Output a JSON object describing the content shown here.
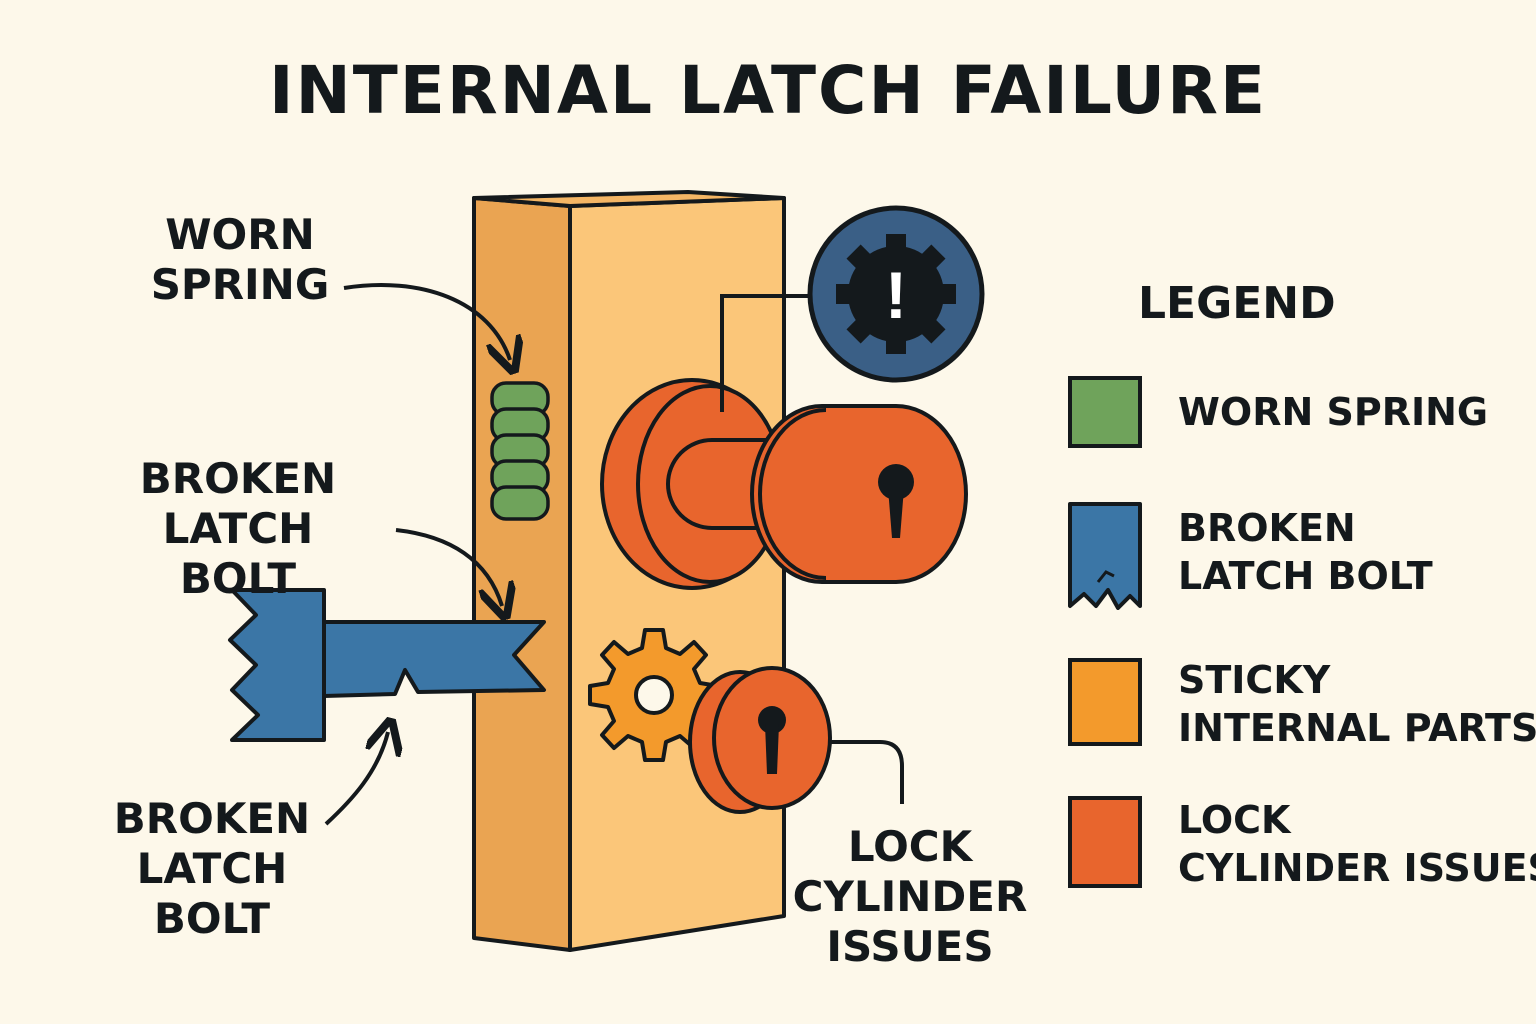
{
  "title": "INTERNAL LATCH FAILURE",
  "callouts": {
    "worn_spring": [
      "WORN",
      "SPRING"
    ],
    "broken_latch_bolt_top": [
      "BROKEN",
      "LATCH BOLT"
    ],
    "broken_latch_bolt_bottom": [
      "BROKEN",
      "LATCH BOLT"
    ],
    "lock_cylinder": [
      "LOCK",
      "CYLINDER",
      "ISSUES"
    ]
  },
  "warning_symbol": "!",
  "legend": {
    "title": "LEGEND",
    "items": [
      {
        "lines": [
          "WORN SPRING"
        ],
        "color": "#6fa35b"
      },
      {
        "lines": [
          "BROKEN",
          "LATCH BOLT"
        ],
        "color": "#3b76a6"
      },
      {
        "lines": [
          "STICKY",
          "INTERNAL PARTS"
        ],
        "color": "#f39a2c"
      },
      {
        "lines": [
          "LOCK",
          "CYLINDER ISSUES"
        ],
        "color": "#e8652d"
      }
    ]
  },
  "colors": {
    "door_front": "#fbc679",
    "door_side": "#eaa452",
    "outline": "#14191c",
    "warning_badge": "#3a5f86"
  },
  "icons": [
    "gear-warning-icon",
    "gear-icon",
    "spring-icon",
    "keyhole-icon",
    "broken-bolt-icon"
  ]
}
